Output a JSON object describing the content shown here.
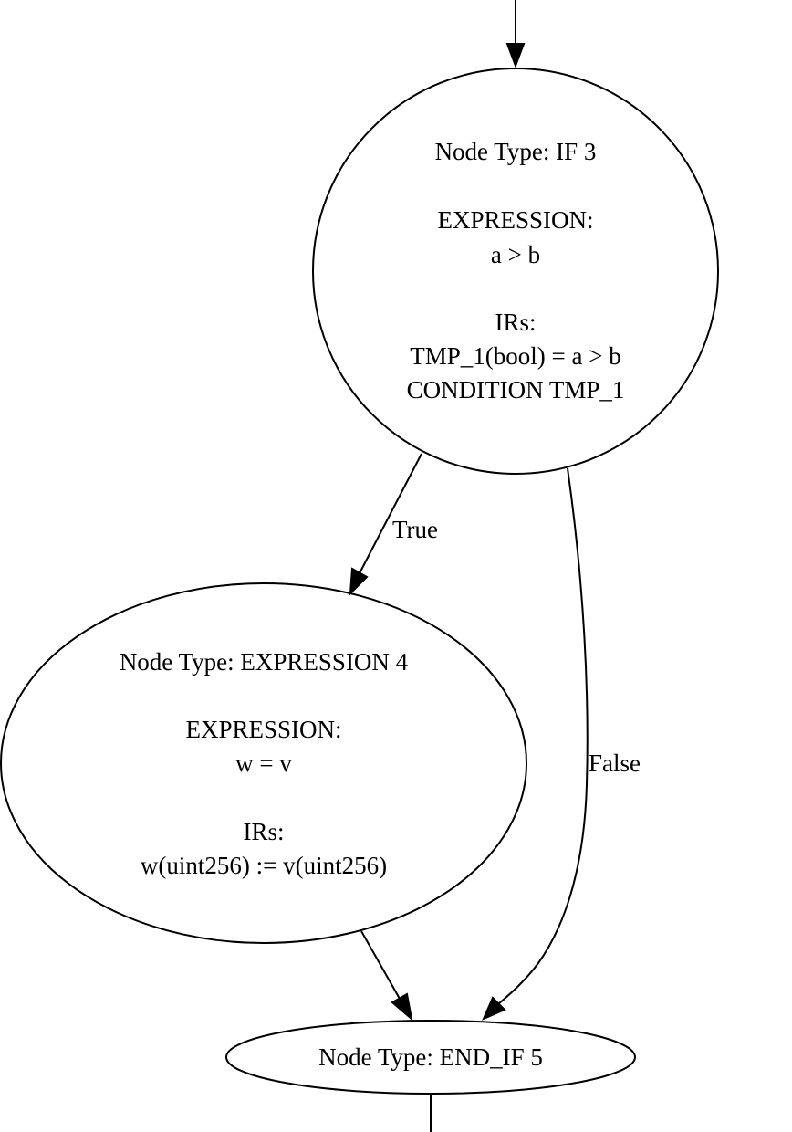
{
  "nodes": {
    "if3": {
      "type_line": "Node Type: IF 3",
      "expression_label": "EXPRESSION:",
      "expression": "a > b",
      "irs_label": "IRs:",
      "irs": [
        "TMP_1(bool) = a > b",
        "CONDITION TMP_1"
      ]
    },
    "expr4": {
      "type_line": "Node Type: EXPRESSION 4",
      "expression_label": "EXPRESSION:",
      "expression": "w = v",
      "irs_label": "IRs:",
      "irs": [
        "w(uint256) := v(uint256)"
      ]
    },
    "endif5": {
      "type_line": "Node Type: END_IF 5"
    }
  },
  "edges": {
    "true_label": "True",
    "false_label": "False"
  }
}
